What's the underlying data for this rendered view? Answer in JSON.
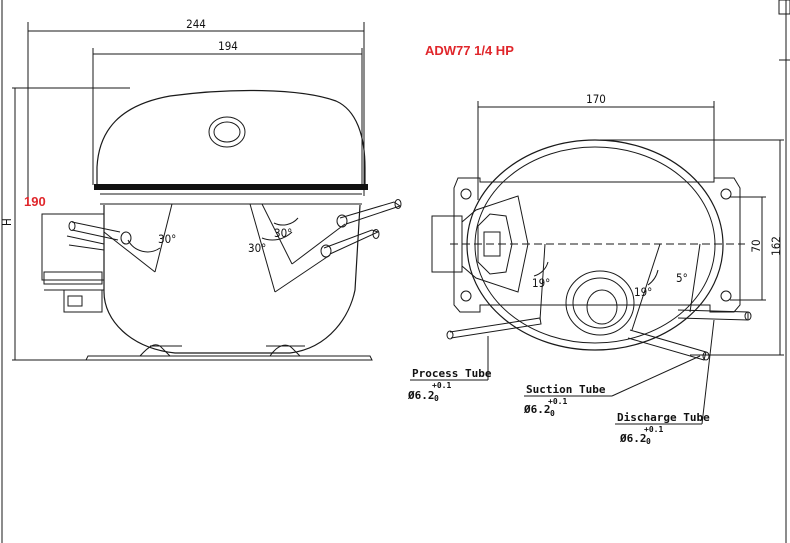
{
  "title": "ADW77  1/4 HP",
  "left_view": {
    "overall_width": "244",
    "dome_width": "194",
    "height_value": "190",
    "height_letter": "H",
    "angle_left": "30°",
    "angle_mid": "30°",
    "angle_right": "30°"
  },
  "right_view": {
    "width": "170",
    "inner_height": "70",
    "outer_height": "162",
    "angle_process": "19°",
    "angle_suction": "19°",
    "angle_discharge": "5°",
    "tubes": [
      {
        "label": "Process Tube",
        "size": "Ø6.2",
        "tol_upper": "+0.1",
        "tol_lower": "0"
      },
      {
        "label": "Suction Tube",
        "size": "Ø6.2",
        "tol_upper": "+0.1",
        "tol_lower": "0"
      },
      {
        "label": "Discharge Tube",
        "size": "Ø6.2",
        "tol_upper": "+0.1",
        "tol_lower": "0"
      }
    ]
  },
  "colors": {
    "line": "#1a1a1a",
    "accent": "#e0262b"
  }
}
